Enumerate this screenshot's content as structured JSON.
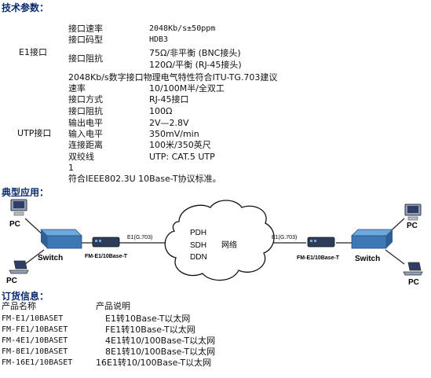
{
  "tech": {
    "heading": "技术参数：",
    "e1_label": "E1接口",
    "utp_label": "UTP接口",
    "rows": [
      {
        "k": "接口速率",
        "v": "2048Kb/s±50ppm"
      },
      {
        "k": "接口码型",
        "v": "HDB3"
      },
      {
        "k": "接口阻抗",
        "v": "75Ω/非平衡 (BNC接头)"
      },
      {
        "k": "",
        "v": "120Ω/平衡 (RJ-45接头)"
      }
    ],
    "compliance_e1": "2048Kb/s数字接口物理电气特性符合ITU-TG.703建议",
    "utp_rows": [
      {
        "k": "速率",
        "v": "10/100M半/全双工"
      },
      {
        "k": "接口方式",
        "v": "RJ-45接口"
      },
      {
        "k": "接口阻抗",
        "v": "100Ω"
      },
      {
        "k": "输出电平",
        "v": "2V—2.8V"
      },
      {
        "k": "输入电平",
        "v": "350mV/min"
      },
      {
        "k": "连接距离",
        "v": "100米/350英尺"
      },
      {
        "k": "双绞线",
        "v": "UTP:  CAT.5 UTP"
      }
    ],
    "stray": "1",
    "compliance_utp": "符合IEEE802.3U 10Base-T协议标准。"
  },
  "app": {
    "heading": "典型应用：",
    "pc": "PC",
    "switch": "Switch",
    "device": "FM-E1/10Base-T",
    "link": "E1(G.703)",
    "cloud_lines": [
      "PDH",
      "SDH",
      "DDN"
    ],
    "network": "网络"
  },
  "order": {
    "heading": "订货信息：",
    "col_name": "产品名称",
    "col_desc": "产品说明",
    "items": [
      {
        "name": "FM-E1/10BASET",
        "desc": "E1转10Base-T以太网"
      },
      {
        "name": "FM-FE1/10BASET",
        "desc": "FE1转10Base-T以太网"
      },
      {
        "name": "FM-4E1/10BASET",
        "desc": "4E1转10/100Base-T以太网"
      },
      {
        "name": "FM-8E1/10BASET",
        "desc": "8E1转10/100Base-T以太网"
      },
      {
        "name": "FM-16E1/10BASET",
        "desc": "16E1转10/100Base-T以太网"
      }
    ]
  }
}
